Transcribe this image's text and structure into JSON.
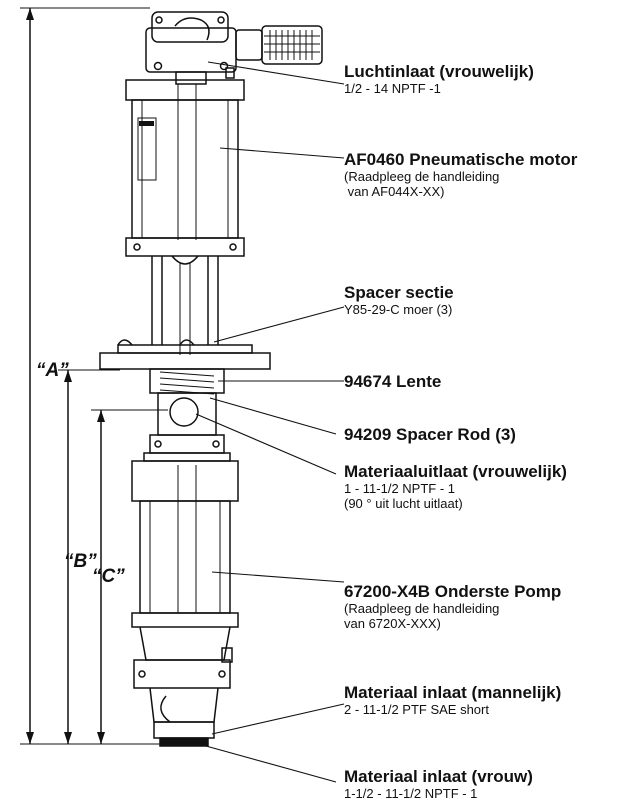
{
  "dimensions": {
    "a": "“A”",
    "b": "“B”",
    "c": "“C”"
  },
  "callouts": [
    {
      "title": "Luchtinlaat (vrouwelijk)",
      "lines": [
        "1/2 - 14 NPTF -1"
      ]
    },
    {
      "title": "AF0460 Pneumatische motor",
      "lines": [
        "(Raadpleeg de handleiding",
        " van AF044X-XX)"
      ]
    },
    {
      "title": "Spacer sectie",
      "lines": [
        "Y85-29-C moer (3)"
      ]
    },
    {
      "title": "94674 Lente",
      "lines": []
    },
    {
      "title": "94209 Spacer Rod (3)",
      "lines": []
    },
    {
      "title": "Materiaaluitlaat (vrouwelijk)",
      "lines": [
        "1 - 11-1/2 NPTF - 1",
        "(90 ° uit lucht uitlaat)"
      ]
    },
    {
      "title": "67200-X4B Onderste Pomp",
      "lines": [
        "(Raadpleeg de handleiding",
        "van 6720X-XXX)"
      ]
    },
    {
      "title": "Materiaal inlaat (mannelijk)",
      "lines": [
        "2 - 11-1/2 PTF SAE short"
      ]
    },
    {
      "title": "Materiaal inlaat (vrouw)",
      "lines": [
        "1-1/2 - 11-1/2 NPTF - 1"
      ]
    }
  ]
}
